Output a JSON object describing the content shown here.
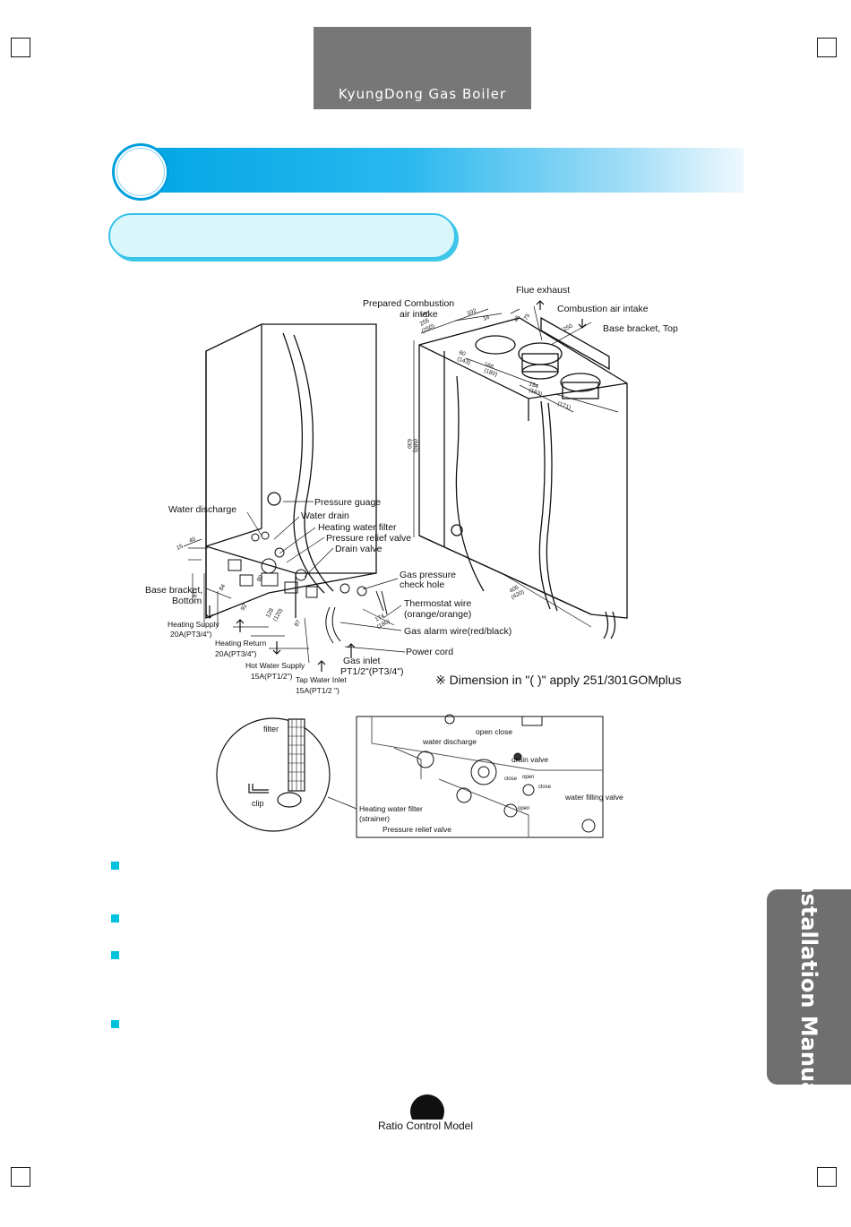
{
  "header": {
    "brand": "KyungDong Gas Boiler"
  },
  "labels": {
    "flue_exhaust": "Flue exhaust",
    "combustion_air_intake": "Combustion air intake",
    "prepared_combustion_1": "Prepared Combustion",
    "prepared_combustion_2": "air intake",
    "base_bracket_top": "Base bracket, Top",
    "pressure_gauge": "Pressure guage",
    "water_discharge": "Water discharge",
    "water_drain": "Water drain",
    "heating_water_filter": "Heating water filter",
    "pressure_relief_valve": "Pressure relief valve",
    "drain_valve": "Drain valve",
    "gas_pressure_1": "Gas pressure",
    "gas_pressure_2": "check hole",
    "base_bracket_bottom_1": "Base bracket,",
    "base_bracket_bottom_2": "Bottom",
    "thermostat_1": "Thermostat wire",
    "thermostat_2": "(orange/orange)",
    "gas_alarm": "Gas alarm wire(red/black)",
    "power_cord": "Power cord",
    "gas_inlet_1": "Gas inlet",
    "gas_inlet_2": "PT1/2\"(PT3/4\")",
    "heating_supply_1": "Heating Supply",
    "heating_supply_2": "20A(PT3/4\")",
    "heating_return_1": "Heating Return",
    "heating_return_2": "20A(PT3/4\")",
    "hot_water_1": "Hot Water Supply",
    "hot_water_2": "15A(PT1/2\")",
    "tap_water_1": "Tap Water Inlet",
    "tap_water_2": "15A(PT1/2 \")"
  },
  "dimensions": {
    "d255": "255",
    "d250": "(250)",
    "d102": "102",
    "d16": "16",
    "d45": "45",
    "d75": "75",
    "d250b": "250",
    "d60": "60",
    "d143": "(143)",
    "d166": "166",
    "d180": "(180)",
    "d154": "154",
    "d163": "(163)",
    "d171": "(171)",
    "d630": "630",
    "d680": "(680)",
    "d405": "405",
    "d420": "(420)",
    "d40": "40",
    "d15": "15",
    "d18": "18",
    "d84": "84",
    "d80": "80",
    "d92": "92",
    "d128": "128",
    "d120": "(120)",
    "d87": "87",
    "d174": "174",
    "d180b": "(180)"
  },
  "note": "※ Dimension in \"(    )\" apply 251/301GOMplus",
  "detail": {
    "filter": "filter",
    "clip": "clip",
    "open_close": "open  close",
    "water_discharge": "water discharge",
    "drain_valve": "drain valve",
    "close_a": "close",
    "open_a": "open",
    "close_b": "close",
    "open_b": "open",
    "water_filling_valve": "water filling valve",
    "heating_filter_1": "Heating water filter",
    "heating_filter_2": "(strainer)",
    "pressure_relief": "Pressure relief valve"
  },
  "side_tab": "Installation Manual",
  "footer": "Ratio Control Model"
}
